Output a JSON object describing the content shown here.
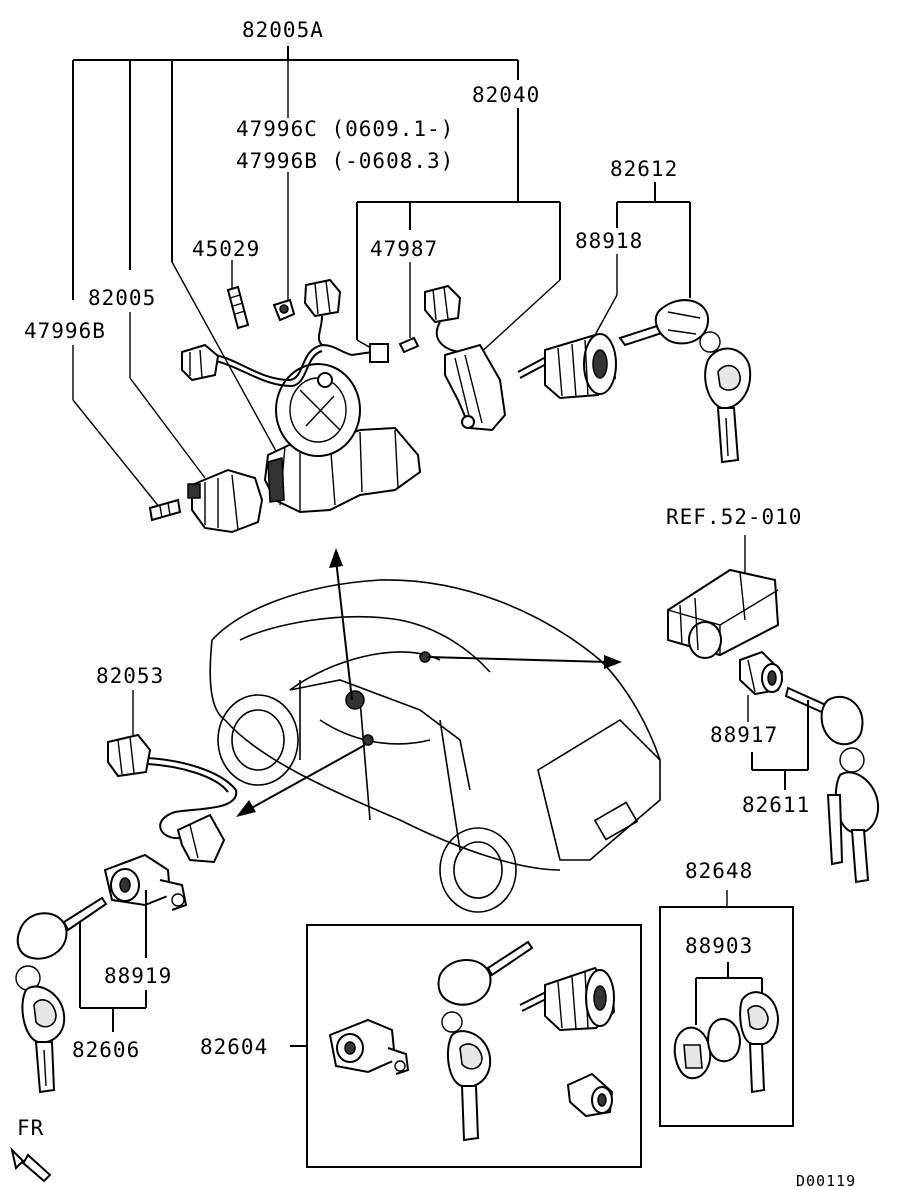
{
  "labels": {
    "p82005A": "82005A",
    "p82040": "82040",
    "p47996C": "47996C (0609.1-)",
    "p47996B_range": "47996B (-0608.3)",
    "p82612": "82612",
    "p88918": "88918",
    "p45029": "45029",
    "p47987": "47987",
    "p82005": "82005",
    "p47996B": "47996B",
    "ref": "REF.52-010",
    "p82053": "82053",
    "p88917": "88917",
    "p82611": "82611",
    "p82648": "82648",
    "p88903": "88903",
    "p88919": "88919",
    "p82606": "82606",
    "p82604": "82604",
    "fr": "FR",
    "code": "D00119"
  },
  "icons": [
    "car-outline-icon",
    "ignition-switch-icon",
    "key-icon",
    "lock-cylinder-icon",
    "connector-icon",
    "front-arrow-icon"
  ]
}
